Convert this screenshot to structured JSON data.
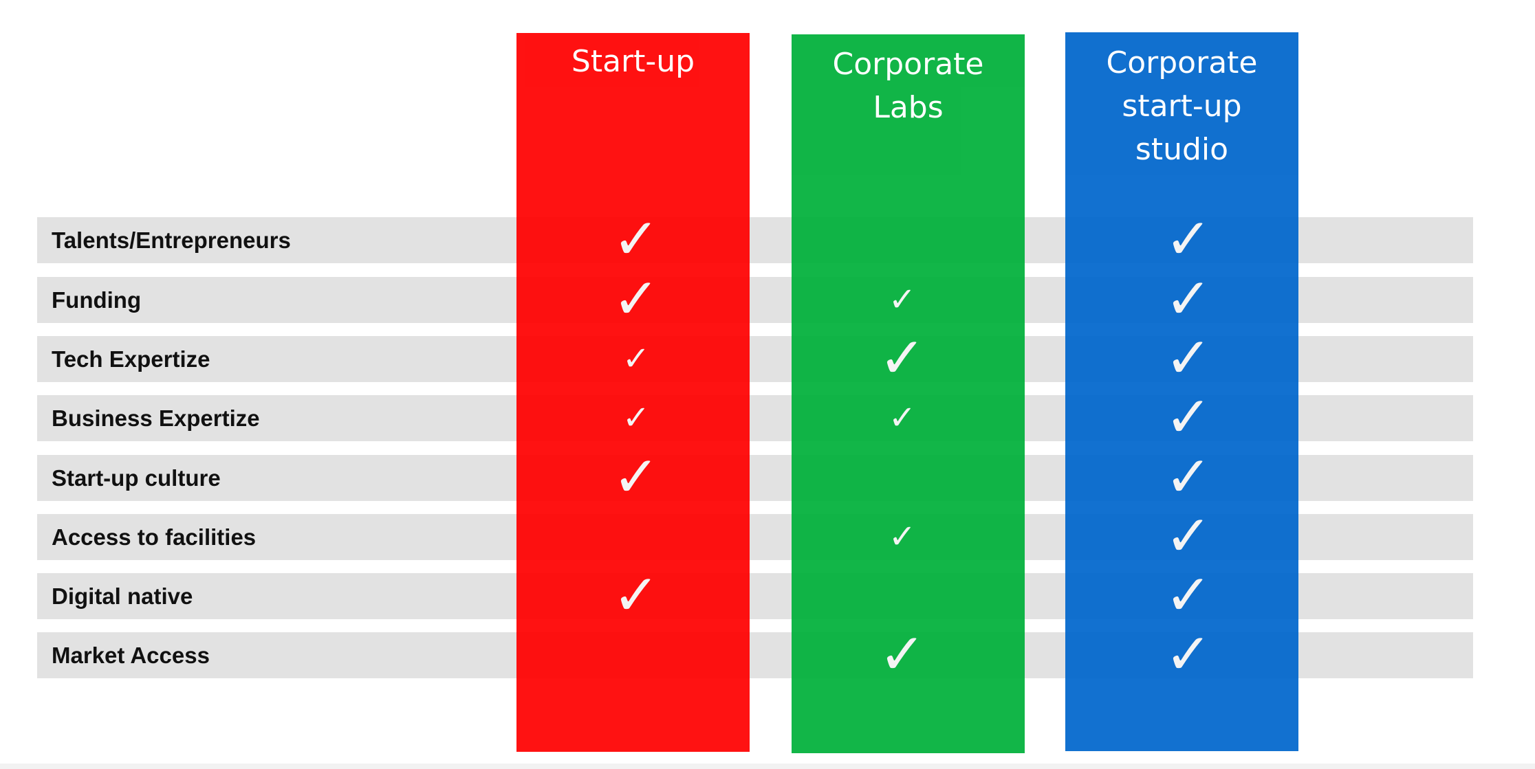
{
  "columns": [
    {
      "key": "startup",
      "title": "Start-up",
      "color": "#ff0000"
    },
    {
      "key": "corporate_labs",
      "title": "Corporate\nLabs",
      "color": "#00b03a"
    },
    {
      "key": "corporate_studio",
      "title": "Corporate\nstart-up\nstudio",
      "color": "#0066cc"
    }
  ],
  "rows": [
    {
      "label": "Talents/Entrepreneurs",
      "checks": [
        "large",
        "none",
        "large"
      ]
    },
    {
      "label": "Funding",
      "checks": [
        "large",
        "small",
        "large"
      ]
    },
    {
      "label": "Tech Expertize",
      "checks": [
        "small",
        "large",
        "large"
      ]
    },
    {
      "label": "Business Expertize",
      "checks": [
        "small",
        "small",
        "large"
      ]
    },
    {
      "label": "Start-up culture",
      "checks": [
        "large",
        "none",
        "large"
      ]
    },
    {
      "label": "Access to facilities",
      "checks": [
        "none",
        "small",
        "large"
      ]
    },
    {
      "label": "Digital native",
      "checks": [
        "large",
        "none",
        "large"
      ]
    },
    {
      "label": "Market Access",
      "checks": [
        "none",
        "large",
        "large"
      ]
    }
  ],
  "check_glyph": "✓",
  "row_band_color": "#e2e2e2"
}
